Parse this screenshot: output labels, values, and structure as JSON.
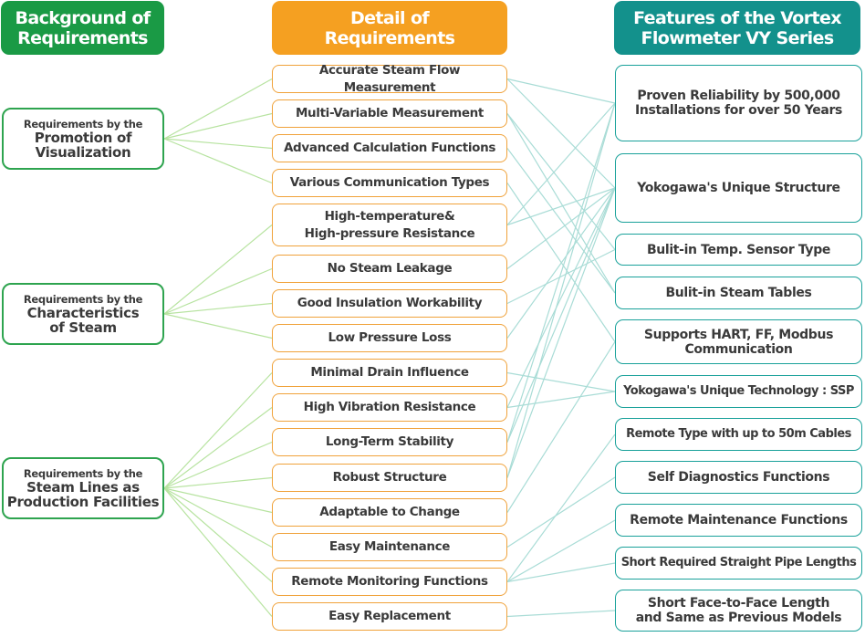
{
  "headers": {
    "background": [
      "Background of",
      "Requirements"
    ],
    "detail": [
      "Detail of",
      "Requirements"
    ],
    "features": [
      "Features of the Vortex",
      "Flowmeter VY Series"
    ]
  },
  "backgrounds": [
    {
      "small": "Requirements by the",
      "big": [
        "Promotion of",
        "Visualization"
      ]
    },
    {
      "small": "Requirements by the",
      "big": [
        "Characteristics",
        "of Steam"
      ]
    },
    {
      "small": "Requirements by the",
      "big": [
        "Steam Lines as",
        "Production Facilities"
      ]
    }
  ],
  "details": [
    [
      "Accurate Steam Flow Measurement"
    ],
    [
      "Multi-Variable Measurement"
    ],
    [
      "Advanced Calculation Functions"
    ],
    [
      "Various Communication Types"
    ],
    [
      "High-temperature&",
      "High-pressure Resistance"
    ],
    [
      "No Steam Leakage"
    ],
    [
      "Good Insulation Workability"
    ],
    [
      "Low Pressure Loss"
    ],
    [
      "Minimal Drain Influence"
    ],
    [
      "High Vibration Resistance"
    ],
    [
      "Long-Term Stability"
    ],
    [
      "Robust Structure"
    ],
    [
      "Adaptable to Change"
    ],
    [
      "Easy Maintenance"
    ],
    [
      "Remote Monitoring Functions"
    ],
    [
      "Easy Replacement"
    ]
  ],
  "features": [
    [
      "Proven Reliability by 500,000",
      "Installations for over 50 Years"
    ],
    [
      "Yokogawa's Unique Structure"
    ],
    [
      "Bulit-in Temp. Sensor Type"
    ],
    [
      "Bulit-in Steam Tables"
    ],
    [
      "Supports HART, FF, Modbus",
      "Communication"
    ],
    [
      "Yokogawa's Unique Technology : SSP"
    ],
    [
      "Remote Type with up to 50m Cables"
    ],
    [
      "Self Diagnostics Functions"
    ],
    [
      "Remote Maintenance Functions"
    ],
    [
      "Short Required Straight Pipe Lengths"
    ],
    [
      "Short Face-to-Face Length",
      "and Same as Previous Models"
    ]
  ],
  "links_background_detail": [
    [
      0,
      0
    ],
    [
      0,
      1
    ],
    [
      0,
      2
    ],
    [
      0,
      3
    ],
    [
      1,
      4
    ],
    [
      1,
      5
    ],
    [
      1,
      6
    ],
    [
      1,
      7
    ],
    [
      2,
      8
    ],
    [
      2,
      9
    ],
    [
      2,
      10
    ],
    [
      2,
      11
    ],
    [
      2,
      12
    ],
    [
      2,
      13
    ],
    [
      2,
      14
    ],
    [
      2,
      15
    ]
  ],
  "links_detail_feature": [
    [
      0,
      0
    ],
    [
      0,
      1
    ],
    [
      1,
      2
    ],
    [
      1,
      3
    ],
    [
      2,
      3
    ],
    [
      3,
      4
    ],
    [
      4,
      0
    ],
    [
      4,
      1
    ],
    [
      5,
      1
    ],
    [
      6,
      2
    ],
    [
      7,
      1
    ],
    [
      8,
      5
    ],
    [
      9,
      1
    ],
    [
      9,
      5
    ],
    [
      10,
      0
    ],
    [
      10,
      1
    ],
    [
      11,
      0
    ],
    [
      11,
      1
    ],
    [
      12,
      4
    ],
    [
      13,
      7
    ],
    [
      14,
      6
    ],
    [
      14,
      8
    ],
    [
      14,
      9
    ],
    [
      15,
      10
    ]
  ],
  "colors": {
    "background_header": "#1a9a45",
    "detail_header": "#f5a021",
    "feature_header": "#13918c",
    "background_border": "#2ea44f",
    "detail_border": "#f0a23a",
    "feature_border": "#19a19a",
    "link_left": "#b7e3a0",
    "link_right": "#a9dcd6",
    "text": "#3a3a3a"
  }
}
